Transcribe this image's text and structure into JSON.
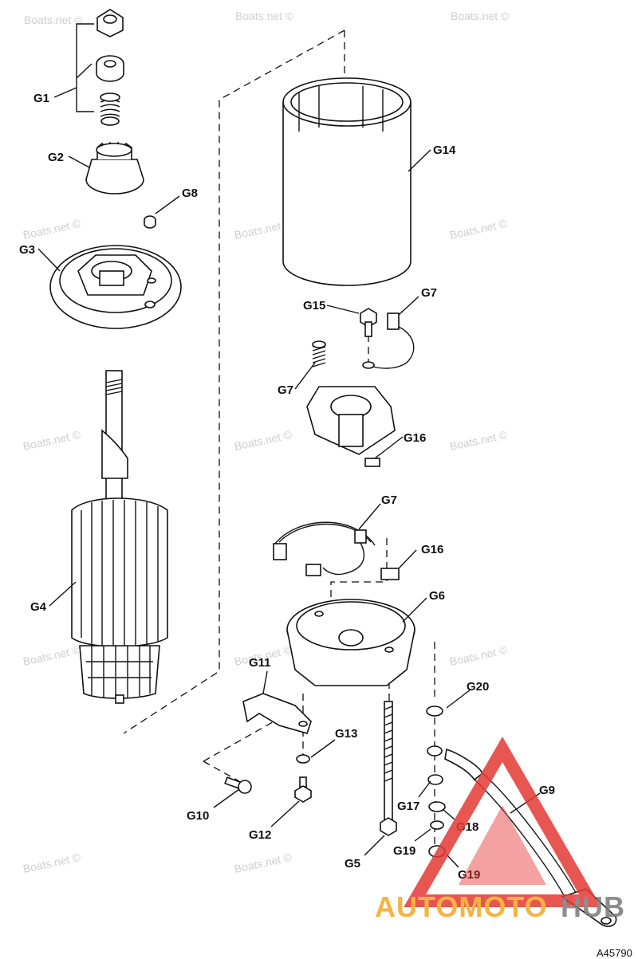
{
  "parts": {
    "G1": "G1",
    "G2": "G2",
    "G3": "G3",
    "G4": "G4",
    "G5": "G5",
    "G6": "G6",
    "G7a": "G7",
    "G7b": "G7",
    "G7c": "G7",
    "G8": "G8",
    "G9": "G9",
    "G10": "G10",
    "G11": "G11",
    "G12": "G12",
    "G13": "G13",
    "G14": "G14",
    "G15": "G15",
    "G16a": "G16",
    "G16b": "G16",
    "G17": "G17",
    "G18": "G18",
    "G19a": "G19",
    "G19b": "G19",
    "G20": "G20"
  },
  "watermark": "Boats.net ©",
  "logo": {
    "text_left": "AUTOMOTO",
    "text_right": "HUB",
    "accent": "#e53935",
    "accent_text": "#f5a623"
  },
  "diagram_ref": "A45790"
}
